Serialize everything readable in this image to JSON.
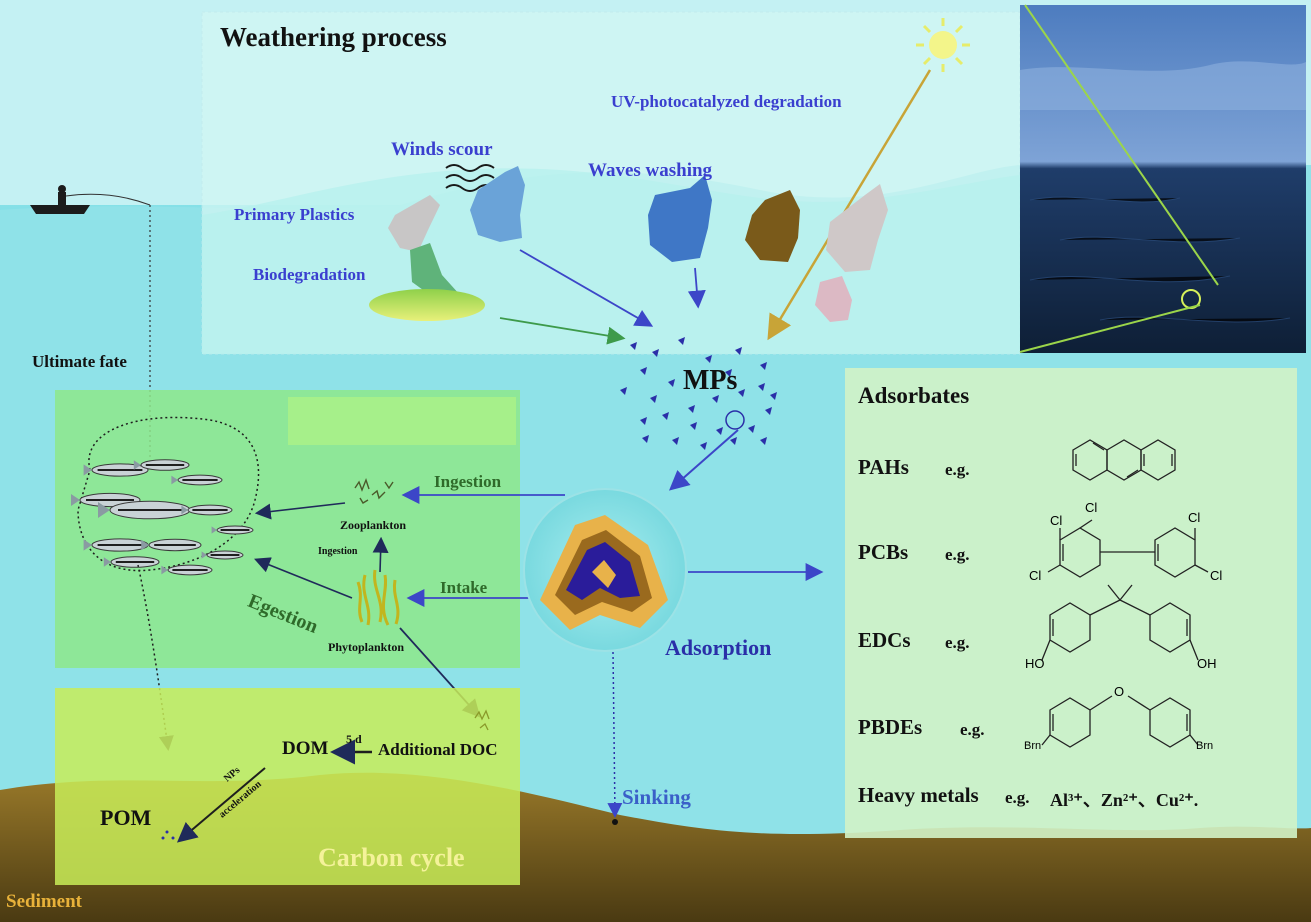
{
  "weathering": {
    "title": "Weathering process",
    "uv": "UV-photocatalyzed degradation",
    "winds": "Winds scour",
    "waves": "Waves washing",
    "primary": "Primary Plastics",
    "bio": "Biodegradation"
  },
  "center": {
    "mps": "MPs",
    "adsorption": "Adsorption",
    "sinking": "Sinking",
    "ultimate": "Ultimate fate"
  },
  "food_web": {
    "ingestion": "Ingestion",
    "intake": "Intake",
    "egestion": "Egestion",
    "zoo": "Zooplankton",
    "zoo_ingestion": "Ingestion",
    "phyto": "Phytoplankton"
  },
  "carbon": {
    "title": "Carbon cycle",
    "dom": "DOM",
    "days": "5 d",
    "add_doc": "Additional DOC",
    "pom": "POM",
    "nps": "NPs",
    "accel": "acceleration"
  },
  "sediment": "Sediment",
  "adsorbates": {
    "title": "Adsorbates",
    "eg": "e.g.",
    "items": [
      {
        "name": "PAHs"
      },
      {
        "name": "PCBs"
      },
      {
        "name": "EDCs"
      },
      {
        "name": "PBDEs"
      }
    ],
    "heavy": "Heavy metals",
    "metals": [
      "Al³⁺",
      "Zn²⁺",
      "Cu²⁺"
    ],
    "sep": "、",
    "end": ".",
    "chem_labels": {
      "cl": "Cl",
      "ho": "HO",
      "oh": "OH",
      "o": "O",
      "br": "Brn"
    }
  },
  "colors": {
    "sky": "#aee9ef",
    "water": "#5fd4dd",
    "weathering_panel": "#c8f5f1",
    "food_panel": "#8ee88a",
    "carbon_panel": "#c9ec57",
    "adsorbate_panel": "#cdf3c7",
    "sediment": "#7a6222",
    "label_blue": "#3a3fcf"
  }
}
